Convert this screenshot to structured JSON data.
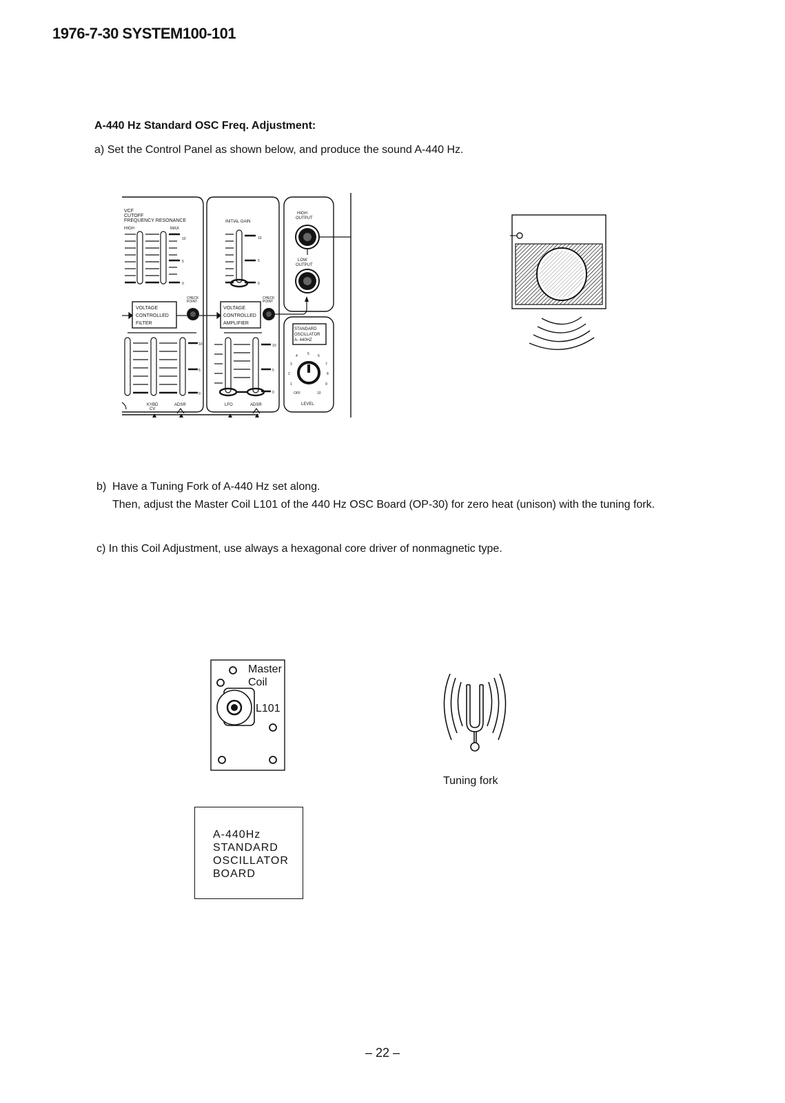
{
  "header": {
    "title": "1976-7-30 SYSTEM100-101"
  },
  "section": {
    "heading": "A-440 Hz Standard OSC Freq. Adjustment:",
    "step_a": {
      "label": "a)",
      "text": "Set the Control Panel as shown below, and produce the sound A-440 Hz."
    },
    "step_b": {
      "label": "b)",
      "line1": "Have a Tuning Fork of A-440 Hz set along.",
      "line2": "Then, adjust the Master Coil L101 of the 440 Hz OSC Board (OP-30) for zero heat (unison) with the tuning fork."
    },
    "step_c": {
      "label": "c)",
      "text": "In this Coil Adjustment, use always a hexagonal core driver of nonmagnetic type."
    }
  },
  "panel": {
    "vcf_title_1": "VCF",
    "vcf_title_2": "CUTOFF",
    "vcf_title_3": "FREQUENCY  RESONANCE",
    "high": "HIGH",
    "max": "MAX",
    "vcf_ticks": [
      "10",
      "5",
      "0"
    ],
    "check_point": [
      "CHECK",
      "POINT"
    ],
    "vcf_box": [
      "VOLTAGE",
      "CONTROLLED",
      "FILTER"
    ],
    "vcf_bottom_labels": [
      "KYBD",
      "CV",
      "ADSR"
    ],
    "vca_title": "INITIAL  GAIN",
    "vca_ticks": [
      "10",
      "5",
      "0"
    ],
    "vca_box": [
      "VOLTAGE",
      "CONTROLLED",
      "AMPLIFIER"
    ],
    "vca_bottom_labels": [
      "LFO",
      "ADSR"
    ],
    "high_output": [
      "HIGH",
      "OUTPUT"
    ],
    "low_output": [
      "LOW",
      "OUTPUT"
    ],
    "osc_box": [
      "STANDARD",
      "OSCILLATOR",
      "A- 440HZ"
    ],
    "knob_scale": [
      "1",
      "2",
      "3",
      "4",
      "5",
      "6",
      "7",
      "8",
      "9",
      "OFF",
      "10"
    ],
    "level_label": "LEVEL"
  },
  "coil_board": {
    "label_1": "Master",
    "label_2": "Coil",
    "part": "L101"
  },
  "fork_caption": "Tuning fork",
  "board_label": {
    "lines": [
      "A-440Hz",
      "STANDARD",
      "OSCILLATOR",
      "BOARD"
    ]
  },
  "page_number": "– 22 –",
  "colors": {
    "ink": "#141414",
    "paper": "#ffffff"
  }
}
